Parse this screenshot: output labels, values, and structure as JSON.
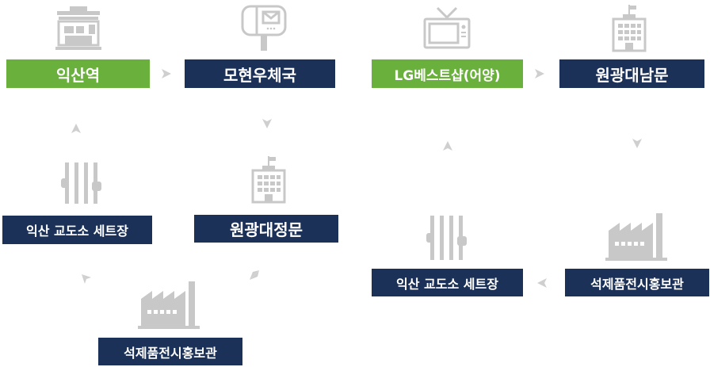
{
  "route_a": {
    "iksan_station": "익산역",
    "mohyeon_post": "모현우체국",
    "wonkwang_main_gate": "원광대정문",
    "prison_set": "익산 교도소 세트장",
    "stone_museum": "석제품전시홍보관"
  },
  "route_b": {
    "lg_bestshop": "LG베스트샵(어양)",
    "wonkwang_south_gate": "원광대남문",
    "stone_museum": "석제품전시홍보관",
    "prison_set": "익산 교도소 세트장"
  },
  "colors": {
    "navy": "#1c3158",
    "green": "#6ab03c",
    "icon_gray": "#c8c8c8",
    "arrow_gray": "#cfcfcf"
  }
}
